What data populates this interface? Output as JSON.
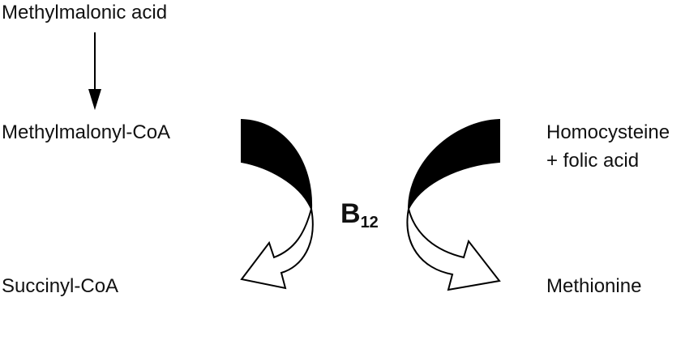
{
  "diagram": {
    "left_pathway": {
      "top_label": "Methylmalonic acid",
      "middle_label": "Methylmalonyl-CoA",
      "bottom_label": "Succinyl-CoA"
    },
    "right_pathway": {
      "top_label_line1": "Homocysteine",
      "top_label_line2": "+ folic acid",
      "bottom_label": "Methionine"
    },
    "cofactor": {
      "base": "B",
      "subscript": "12"
    },
    "colors": {
      "ink": "#000000",
      "background": "#ffffff"
    }
  }
}
